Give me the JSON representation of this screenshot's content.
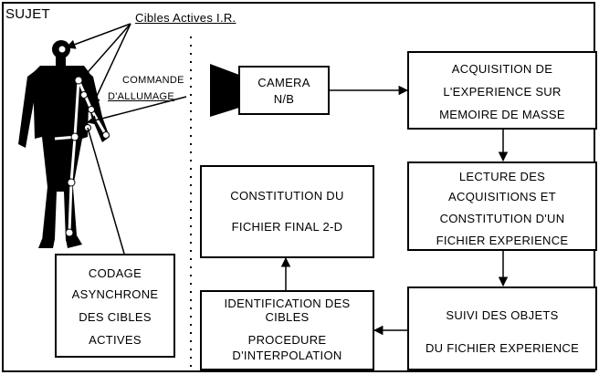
{
  "labels": {
    "sujet": "SUJET",
    "cibles_actives": "Cibles Actives I.R.",
    "commande_line1": "COMMANDE",
    "commande_line2": "D'ALLUMAGE"
  },
  "boxes": {
    "camera": [
      "CAMERA",
      "N/B"
    ],
    "acquisition": [
      "ACQUISITION DE",
      "L'EXPERIENCE SUR",
      "MEMOIRE DE MASSE"
    ],
    "lecture": [
      "LECTURE DES",
      "ACQUISITIONS ET",
      "CONSTITUTION D'UN",
      "FICHIER EXPERIENCE"
    ],
    "suivi": [
      "SUIVI DES OBJETS",
      "DU FICHIER EXPERIENCE"
    ],
    "identification": [
      "IDENTIFICATION DES",
      "CIBLES",
      "PROCEDURE",
      "D'INTERPOLATION"
    ],
    "constitution": [
      "CONSTITUTION DU",
      "FICHIER FINAL 2-D"
    ],
    "codage": [
      "CODAGE",
      "ASYNCHRONE",
      "DES CIBLES",
      "ACTIVES"
    ]
  }
}
